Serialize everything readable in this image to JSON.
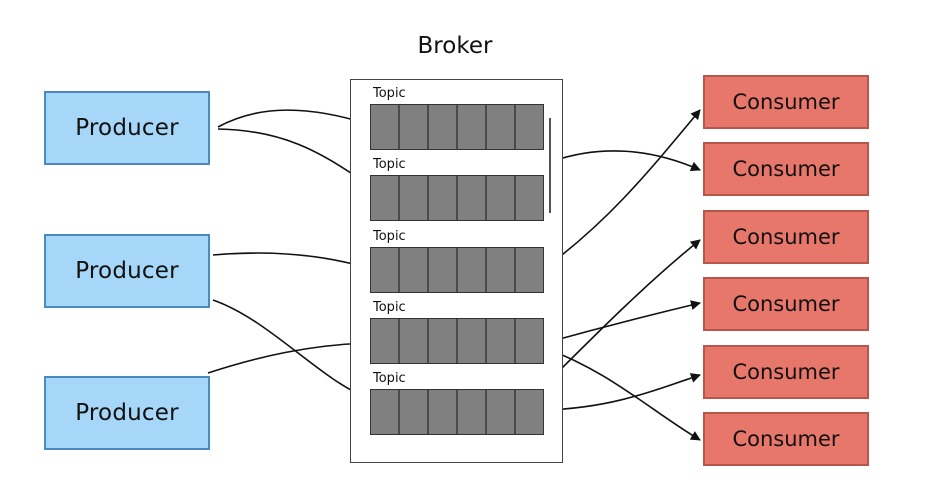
{
  "broker": {
    "title": "Broker"
  },
  "producers": [
    {
      "label": "Producer"
    },
    {
      "label": "Producer"
    },
    {
      "label": "Producer"
    }
  ],
  "topics": [
    {
      "label": "Topic"
    },
    {
      "label": "Topic"
    },
    {
      "label": "Topic"
    },
    {
      "label": "Topic"
    },
    {
      "label": "Topic"
    }
  ],
  "consumers": [
    {
      "label": "Consumer"
    },
    {
      "label": "Consumer"
    },
    {
      "label": "Consumer"
    },
    {
      "label": "Consumer"
    },
    {
      "label": "Consumer"
    },
    {
      "label": "Consumer"
    }
  ],
  "colors": {
    "producer_fill": "#a6d6f8",
    "producer_border": "#4a8ac2",
    "consumer_fill": "#e7766b",
    "consumer_border": "#b8564d",
    "partition_fill": "#808080"
  }
}
